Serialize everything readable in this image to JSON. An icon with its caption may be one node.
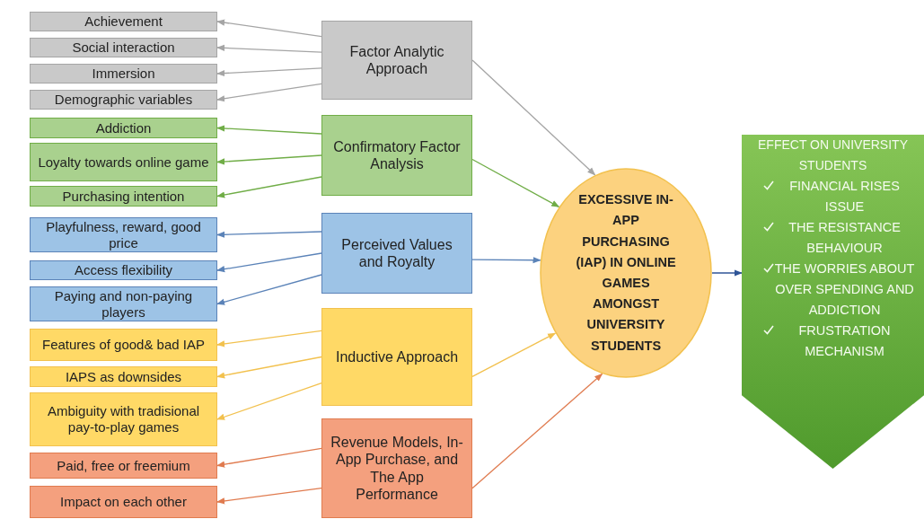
{
  "diagram": {
    "nodes": [
      {
        "text": [
          "Factor Analytic Approach"
        ]
      },
      {
        "text": [
          "Achievement"
        ]
      },
      {
        "text": [
          "Social interaction"
        ]
      },
      {
        "text": [
          "Immersion"
        ]
      },
      {
        "text": [
          "Demographic variables"
        ]
      },
      {
        "text": [
          "Confirmatory Factor Analysis"
        ]
      },
      {
        "text": [
          "Addiction"
        ]
      },
      {
        "text": [
          "Loyalty towards online game"
        ]
      },
      {
        "text": [
          "Purchasing intention"
        ]
      },
      {
        "text": [
          "Perceived Values and Royalty"
        ]
      },
      {
        "text": [
          "Playfulness, reward, good price"
        ]
      },
      {
        "text": [
          "Access flexibility"
        ]
      },
      {
        "text": [
          "Paying and non-paying players"
        ]
      },
      {
        "text": [
          "Inductive Approach"
        ]
      },
      {
        "text": [
          "Features of good& bad IAP"
        ]
      },
      {
        "text": [
          "IAPS as downsides"
        ]
      },
      {
        "text": [
          "Ambiguity with tradisional pay-to-play games"
        ]
      },
      {
        "text": [
          "Revenue Models, In-App Purchase, and The App Performance"
        ]
      },
      {
        "text": [
          "Paid, free or freemium"
        ]
      },
      {
        "text": [
          "Impact on each other"
        ]
      },
      {
        "text": [
          "EXCESSIVE IN-APP PURCHASING (IAP) IN ONLINE GAMES AMONGST UNIVERSITY STUDENTS"
        ]
      },
      {
        "text": [
          "EFFECT ON UNIVERSITY STUDENTS",
          "FINANCIAL RISES ISSUE",
          "THE RESISTANCE BEHAVIOUR",
          "THE WORRIES ABOUT OVER SPENDING AND ADDICTION",
          "FRUSTRATION MECHANISM"
        ]
      }
    ],
    "edges": [
      {
        "from": 0,
        "to": 1,
        "arrow": "to",
        "color": "#a5a5a5"
      },
      {
        "from": 0,
        "to": 2,
        "arrow": "to",
        "color": "#a5a5a5"
      },
      {
        "from": 0,
        "to": 3,
        "arrow": "to",
        "color": "#a5a5a5"
      },
      {
        "from": 0,
        "to": 4,
        "arrow": "to",
        "color": "#a5a5a5"
      },
      {
        "from": 5,
        "to": 6,
        "arrow": "to",
        "color": "#70ad47"
      },
      {
        "from": 5,
        "to": 7,
        "arrow": "to",
        "color": "#70ad47"
      },
      {
        "from": 5,
        "to": 8,
        "arrow": "to",
        "color": "#70ad47"
      },
      {
        "from": 9,
        "to": 10,
        "arrow": "to",
        "color": "#5b83b8"
      },
      {
        "from": 9,
        "to": 11,
        "arrow": "to",
        "color": "#5b83b8"
      },
      {
        "from": 9,
        "to": 12,
        "arrow": "to",
        "color": "#5b83b8"
      },
      {
        "from": 13,
        "to": 14,
        "arrow": "to",
        "color": "#f2c14e"
      },
      {
        "from": 13,
        "to": 15,
        "arrow": "to",
        "color": "#f2c14e"
      },
      {
        "from": 13,
        "to": 16,
        "arrow": "to",
        "color": "#f2c14e"
      },
      {
        "from": 17,
        "to": 18,
        "arrow": "to",
        "color": "#e07b4f"
      },
      {
        "from": 17,
        "to": 19,
        "arrow": "to",
        "color": "#e07b4f"
      },
      {
        "from": 0,
        "to": 20,
        "arrow": "to",
        "color": "#a5a5a5"
      },
      {
        "from": 5,
        "to": 20,
        "arrow": "to",
        "color": "#70ad47"
      },
      {
        "from": 9,
        "to": 20,
        "arrow": "to",
        "color": "#5b83b8"
      },
      {
        "from": 13,
        "to": 20,
        "arrow": "to",
        "color": "#f2c14e"
      },
      {
        "from": 17,
        "to": 20,
        "arrow": "to",
        "color": "#e07b4f"
      },
      {
        "from": 20,
        "to": 21,
        "arrow": "to",
        "color": "#2f5597"
      }
    ]
  }
}
